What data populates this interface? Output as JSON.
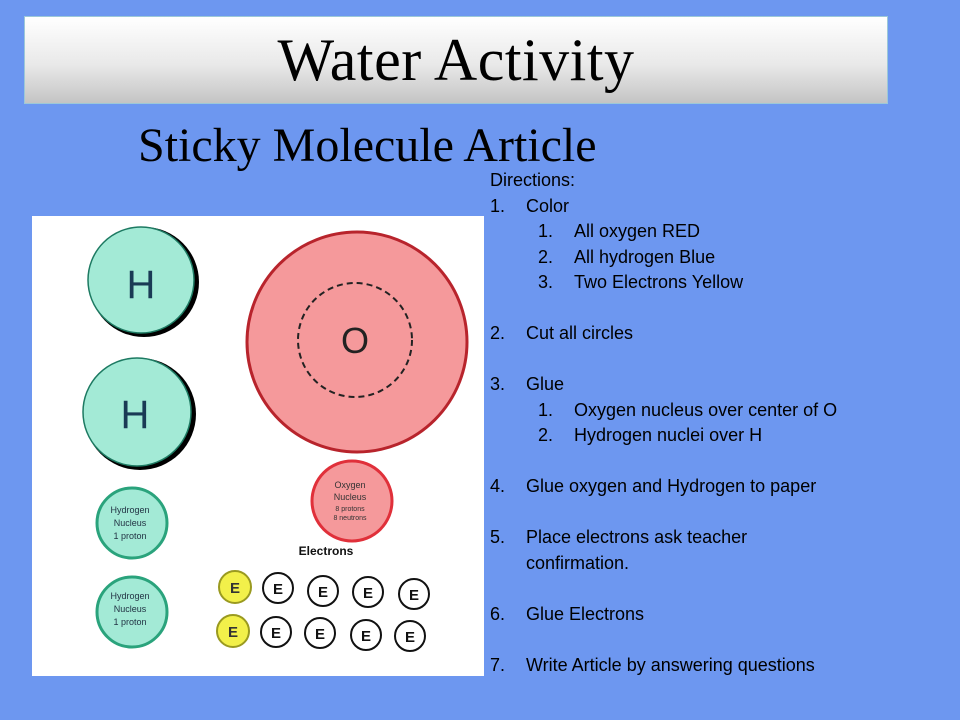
{
  "slide": {
    "title": "Water Activity",
    "subtitle": "Sticky Molecule Article"
  },
  "directions": {
    "heading": "Directions:",
    "step1": {
      "num": "1.",
      "label": "Color"
    },
    "step1_subs": [
      {
        "num": "1.",
        "label": "All oxygen RED"
      },
      {
        "num": "2.",
        "label": "All hydrogen Blue"
      },
      {
        "num": "3.",
        "label": "Two Electrons Yellow"
      }
    ],
    "step2": {
      "num": "2.",
      "label": "Cut all circles"
    },
    "step3": {
      "num": "3.",
      "label": "Glue"
    },
    "step3_subs": [
      {
        "num": "1.",
        "label": "Oxygen nucleus over center of O"
      },
      {
        "num": "2.",
        "label": "Hydrogen nuclei over H"
      }
    ],
    "step4": {
      "num": "4.",
      "label": "Glue oxygen and Hydrogen to paper"
    },
    "step5": {
      "num": "5.",
      "label": "Place electrons ask teacher",
      "cont": "confirmation."
    },
    "step6": {
      "num": "6.",
      "label": "Glue Electrons"
    },
    "step7": {
      "num": "7.",
      "label": "Write Article by answering questions"
    }
  },
  "cutouts": {
    "hydrogen_atom_label": "H",
    "oxygen_atom_label": "O",
    "hydrogen_nucleus": {
      "line1": "Hydrogen",
      "line2": "Nucleus",
      "line3": "1 proton"
    },
    "oxygen_nucleus": {
      "line1": "Oxygen",
      "line2": "Nucleus",
      "line3": "8 protons",
      "line4": "8 neutrons"
    },
    "electrons_heading": "Electrons",
    "electron_label": "E"
  },
  "colors": {
    "background": "#6d97f0",
    "hydrogen_fill": "#a3ead6",
    "oxygen_fill": "#f5999b",
    "electron_yellow": "#f2f04a",
    "nucleus_outline_green": "#2aa37c",
    "nucleus_outline_red": "#e0303a"
  }
}
